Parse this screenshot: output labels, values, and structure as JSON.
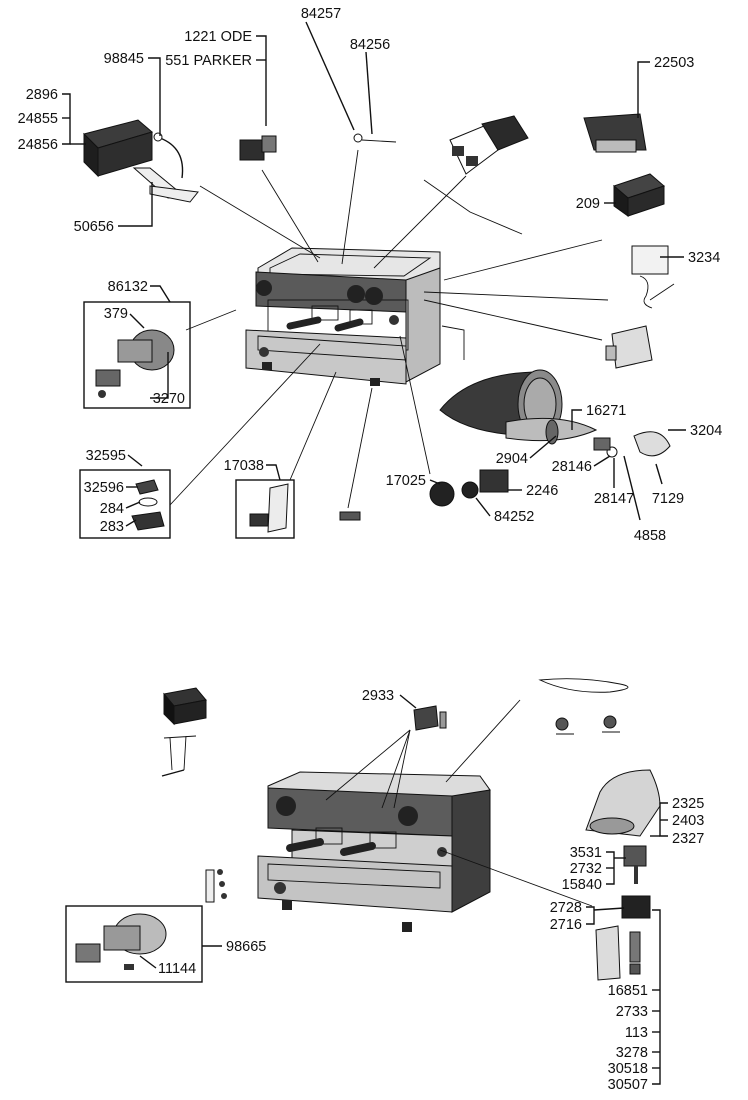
{
  "labels": {
    "l2896": "2896",
    "l24855": "24855",
    "l24856": "24856",
    "l98845": "98845",
    "l50656": "50656",
    "l1221": "1221 ODE",
    "l551": "551 PARKER",
    "l84257": "84257",
    "l84256": "84256",
    "l22503": "22503",
    "l209": "209",
    "l3234": "3234",
    "l86132": "86132",
    "l379": "379",
    "l3270": "3270",
    "l32595": "32595",
    "l32596": "32596",
    "l284": "284",
    "l283": "283",
    "l17038": "17038",
    "l16271": "16271",
    "l3204": "3204",
    "l2904": "2904",
    "l28146": "28146",
    "l28147": "28147",
    "l7129": "7129",
    "l4858": "4858",
    "l17025": "17025",
    "l2246": "2246",
    "l84252": "84252",
    "l2933": "2933",
    "l2325": "2325",
    "l2403": "2403",
    "l2327": "2327",
    "l3531": "3531",
    "l2732": "2732",
    "l15840": "15840",
    "l2728": "2728",
    "l2716": "2716",
    "l16851": "16851",
    "l2733": "2733",
    "l113": "113",
    "l3278": "3278",
    "l30518": "30518",
    "l30507": "30507",
    "l98665": "98665",
    "l11144": "11144"
  }
}
